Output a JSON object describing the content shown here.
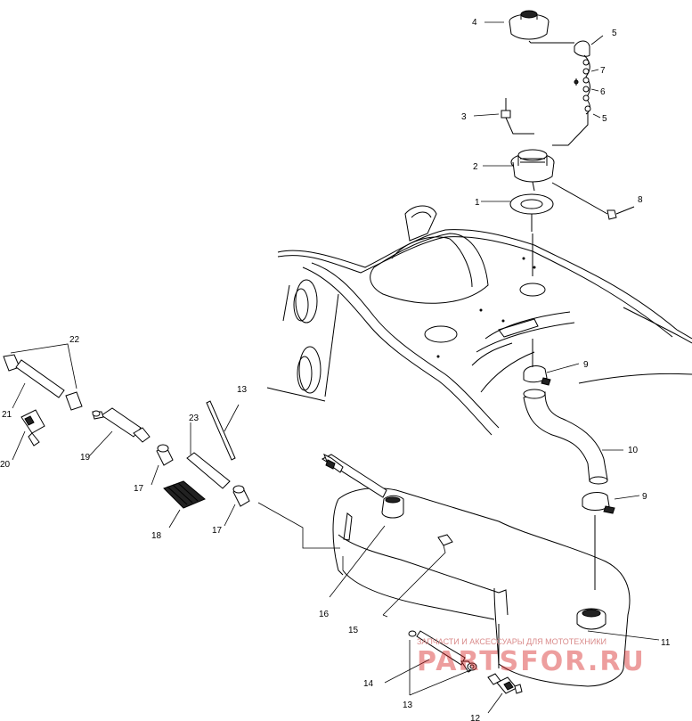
{
  "callouts": [
    "1",
    "2",
    "3",
    "4",
    "5",
    "5",
    "6",
    "7",
    "8",
    "9",
    "9",
    "10",
    "11",
    "12",
    "13",
    "14",
    "15",
    "16",
    "17",
    "17",
    "18",
    "19",
    "20",
    "21",
    "22",
    "23",
    "13"
  ],
  "watermark": {
    "subtitle": "ЗАПЧАСТИ И АКСЕССУАРЫ ДЛЯ МОТОТЕХНИКИ",
    "brand": "PARTSFOR.RU",
    "color": "#d62828"
  }
}
